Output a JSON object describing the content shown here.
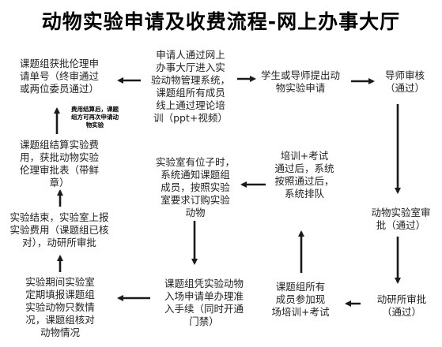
{
  "title": "动物实验申请及收费流程-网上办事大厅",
  "nodes": {
    "n1": "申请人通过网上\n办事大厅进入实\n验动物管理系统，\n课题组所有成员\n线上通过理论培\n训（ppt+视频）",
    "n2": "学生或导师提出动\n物实验申请",
    "n3": "导师审核\n（通过）",
    "n4": "动物实验室审\n批（通过）",
    "n5": "动研所审批\n（通过）",
    "n6": "课题组所有\n成员参加现\n场培训+考试",
    "n7": "培训+考试\n通过后，系统\n按照通过后，\n系统排队",
    "n8": "实验室有位子时，\n系统通知课题组\n成员，按照实验\n室要求订购实验\n动物",
    "n9": "课题组凭实验动物\n入场申请单办理准\n入手续（同时开通\n门禁）",
    "n10": "实验期间实验室\n定期填报课题组\n实验动物只数情\n况，课题组核对\n动物情况",
    "n11": "实验结束，实验室上报\n实验费用（课题组已核\n对），动研所审批",
    "n12": "课题组结算实验费\n用，获批动物实验\n伦理审批表（带鲜\n章）",
    "n13": "课题组获批伦理申\n请单号（终审通过\n或两位委员通过）"
  },
  "note": "费用结算后，课题\n组方可再次申请动\n物实验"
}
